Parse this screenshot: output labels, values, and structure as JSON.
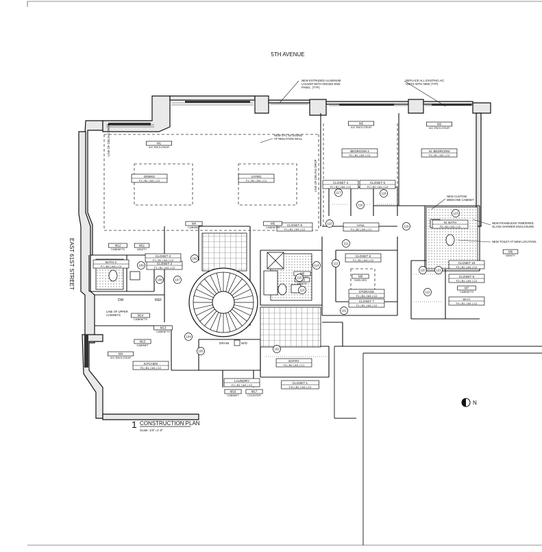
{
  "streets": {
    "north": "5TH AVENUE",
    "west": "EAST 61ST STREET"
  },
  "title": {
    "number": "1",
    "name": "CONSTRUCTION PLAN",
    "scale": "Scale: 1/4\"=1'-0\""
  },
  "north_label": "N",
  "notes": {
    "louver": [
      "NEW EXTRUDED ALUMINUM",
      "LOUVER WITH HINGED END",
      "PANEL. (TYP)"
    ],
    "replace_ac": [
      "REPLACE ALL EXISTING A/C",
      "UNITS WITH NEW (TYP)"
    ],
    "sound_wall": [
      "NEW STC 54 SOUND",
      "ATTENUATION WALL"
    ],
    "medicine": [
      "NEW CUSTOM",
      "MEDICINE CABINET"
    ],
    "shower": [
      "NEW FRAMELESS TEMPERED",
      "GLASS SHOWER ENCLOSURE"
    ],
    "toilet": "NEW TOILET AT NEW LOCATION.",
    "ceiling_drop": "LINE OF CEILING DROP",
    "upper_cabinets": [
      "LINE OF UPPER",
      "CABINETS"
    ]
  },
  "rooms": {
    "dining": [
      "DINING",
      "F1 | B1 | W1 | C2"
    ],
    "living": [
      "LIVING",
      "F1 | B1 | W1 | C1"
    ],
    "bedroom2": [
      "BEDROOM 2",
      "F2 | B1 | W1 | C2"
    ],
    "mbedroom": [
      "M. BEDROOM",
      "F3 | B1 | W1 | C2"
    ],
    "closet4": [
      "CLOSET 4",
      "F2 | B2 | W1 | C2"
    ],
    "closet5": [
      "CLOSET 5",
      "F2 | B2 | W1 | C2"
    ],
    "mbath": [
      "M. BATH",
      "F5 | B3 | W1 | C2"
    ],
    "closet8": [
      "CLOSET 8",
      "F1 | B1 | W1 | C2"
    ],
    "hall": [
      "HALL",
      "F1 | B2 | W1 | C1"
    ],
    "closet6": [
      "CLOSET 6",
      "F1 | B1 | W1 | C2"
    ],
    "storage": [
      "STORAGE",
      "F1 | B1 | W1 | C2"
    ],
    "closet7": [
      "CLOSET 7",
      "F1 | B1 | W1 | C2"
    ],
    "closet10": [
      "CLOSET 10",
      "F3 | B1 | W1 | C2"
    ],
    "closet9": [
      "CLOSET 9",
      "F3 | B1 | W1 | C2"
    ],
    "wic": [
      "W.I.C",
      "F3 | B1 | W1 | C2"
    ],
    "bath3": [
      "BATH 3",
      "F7 | B3 | W2 | C2"
    ],
    "closet2": [
      "CLOSET 2",
      "F1 | B1 | W1 | C2"
    ],
    "closet3": [
      "CLOSET 3",
      "F1 | B1 | W1 | C2"
    ],
    "kitchen": [
      "KITCHEN",
      "F6 | B1 | W1 | C2"
    ],
    "laundry": [
      "LAUNDRY",
      "F1 | B1 | W1 | C2"
    ],
    "entry": [
      "ENTRY",
      "F4 | B2 | W1 | C1"
    ],
    "closet1": [
      "CLOSET 1",
      "F10 | B1 | W1 | C2"
    ]
  },
  "millwork": {
    "m1": [
      "M1",
      "A/C ENCLOSUR"
    ],
    "m2": [
      "M2",
      "A/C ENCLOSUR"
    ],
    "m3": [
      "M3",
      "A/C ENCLOSUR"
    ],
    "m4top": [
      "M4",
      "CABINET"
    ],
    "m5": [
      "M5",
      "CABINETS"
    ],
    "m6": [
      "M6",
      "VANITY"
    ],
    "m7": [
      "M7",
      "CABINETS"
    ],
    "m8": [
      "M8",
      "SHELVES"
    ],
    "m9": [
      "M9",
      "SHELVES"
    ],
    "m10": [
      "M10",
      "VANITY"
    ],
    "m11": [
      "M11",
      "VANITY"
    ],
    "m12": [
      "M12",
      "CABINETS"
    ],
    "m13": [
      "M13",
      "CABINETS"
    ],
    "m13b": [
      "M13",
      "CABINET"
    ],
    "m14": [
      "M14",
      "CABINETS"
    ],
    "m4ac": [
      "M4",
      "A/C ENCLOSUR"
    ],
    "m16": [
      "M16",
      "CABINET"
    ],
    "m17": [
      "M17",
      "COUNTER"
    ]
  },
  "appliances": {
    "dw": "DW",
    "ref": "REF",
    "drain": "DRAIN",
    "wd": "W/D"
  },
  "doors": [
    "101",
    "102",
    "103",
    "104",
    "105",
    "106",
    "107",
    "108",
    "109",
    "110",
    "111",
    "112",
    "113",
    "114",
    "115",
    "116",
    "117",
    "118",
    "119",
    "120",
    "121",
    "122",
    "123"
  ]
}
